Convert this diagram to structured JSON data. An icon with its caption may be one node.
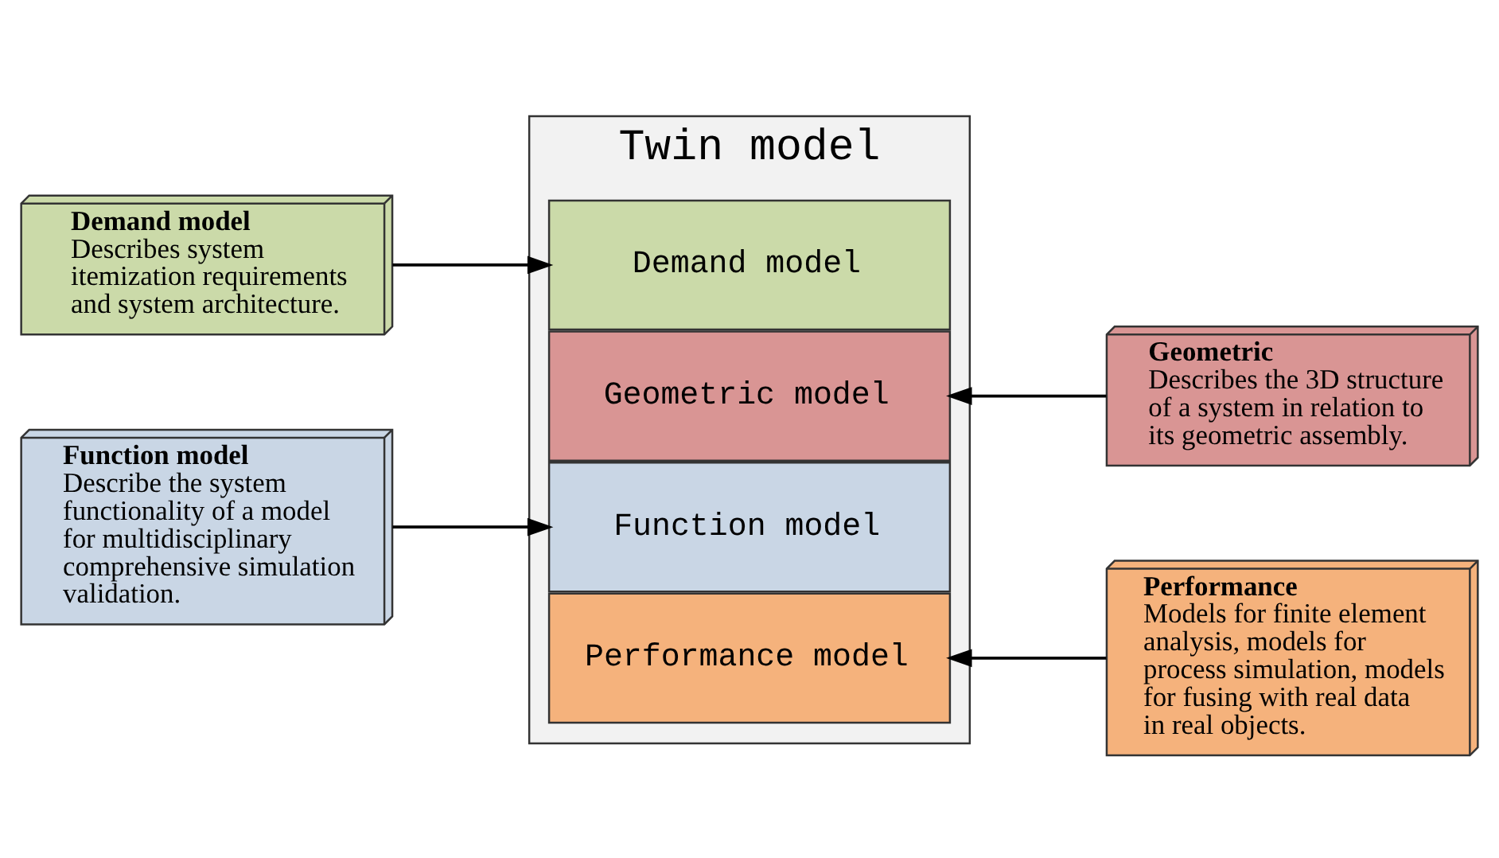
{
  "diagram": {
    "nodes": [
      {
        "text": [
          "Demand model",
          "Describes system itemization requirements and system architecture."
        ]
      },
      {
        "text": [
          "Geometric",
          "Describes the 3D structure of a system in relation to its geometric assembly."
        ]
      },
      {
        "text": [
          "Twin model"
        ]
      },
      {
        "text": [
          "Demand model"
        ],
        "in": 2
      },
      {
        "text": [
          "Geometric model"
        ],
        "in": 2
      },
      {
        "text": [
          "Function model"
        ],
        "in": 2
      },
      {
        "text": [
          "Performance model"
        ],
        "in": 2
      },
      {
        "text": [
          "Function model",
          "Describe the system functionality of a model for multidisciplinary comprehensive simulation validation."
        ]
      },
      {
        "text": [
          "Performance",
          "Models for finite element analysis, models for process simulation, models for fusing with real data in real objects."
        ]
      }
    ],
    "edges": [
      {
        "from": 0,
        "to": 3,
        "arrow": "to"
      },
      {
        "from": 1,
        "to": 4,
        "arrow": "to"
      },
      {
        "from": 7,
        "to": 5,
        "arrow": "to"
      },
      {
        "from": 8,
        "to": 6,
        "arrow": "to"
      }
    ]
  }
}
